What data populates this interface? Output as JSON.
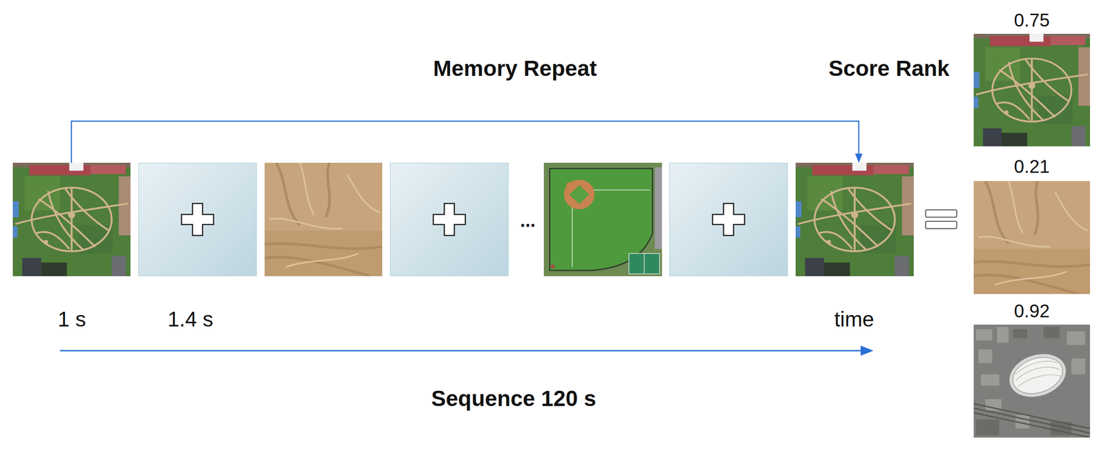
{
  "diagram": {
    "labels": [
      "Memory Repeat",
      "Score Rank",
      "...",
      "1 s",
      "1.4 s",
      "time",
      "Sequence 120 s",
      "0.75",
      "0.21",
      "0.92"
    ]
  }
}
